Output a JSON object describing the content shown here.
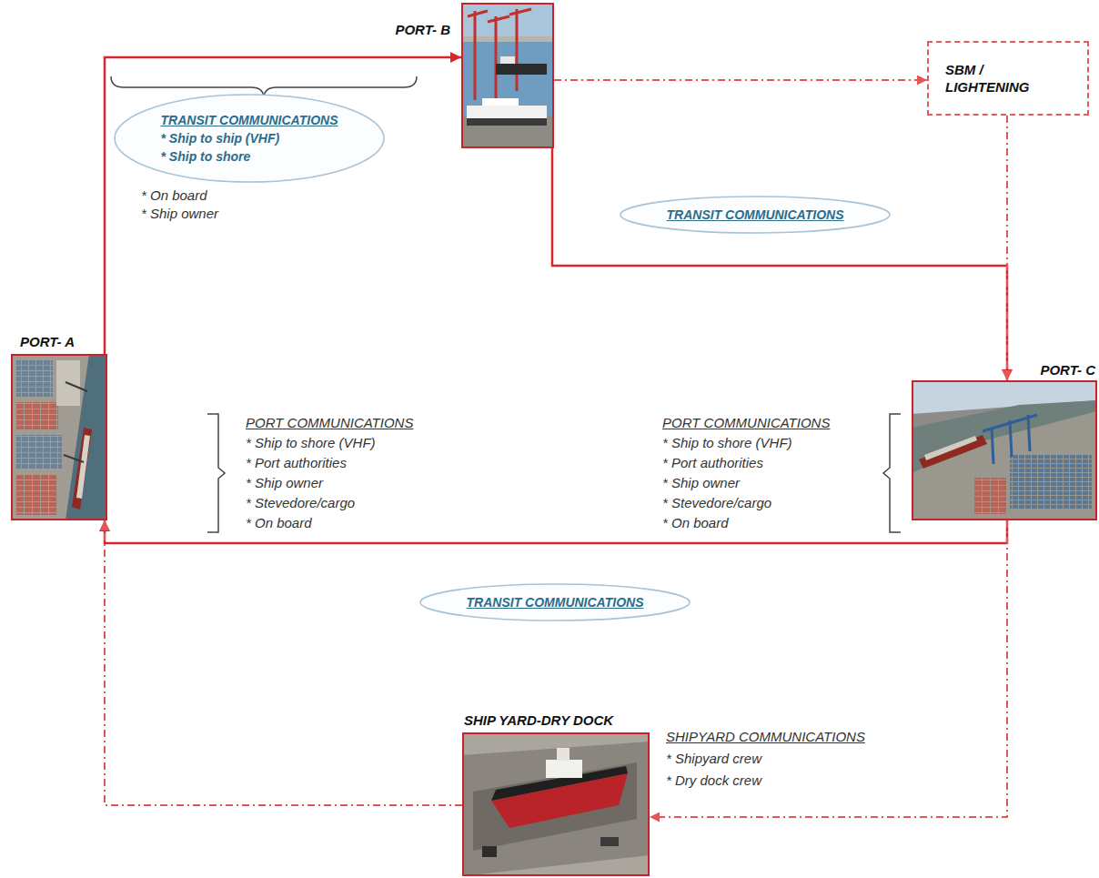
{
  "diagram": {
    "nodes": [
      {
        "text": [
          "PORT- B"
        ]
      },
      {
        "text": [
          "SBM / LIGHTENING"
        ]
      },
      {
        "text": [
          "TRANSIT COMMUNICATIONS",
          "* Ship to ship (VHF)",
          "* Ship to shore"
        ]
      },
      {
        "text": [
          "TRANSIT COMMUNICATIONS"
        ]
      },
      {
        "text": [
          "PORT- A"
        ]
      },
      {
        "text": [
          "PORT- C"
        ]
      },
      {
        "text": [
          "TRANSIT COMMUNICATIONS"
        ]
      },
      {
        "text": [
          "SHIP YARD-DRY DOCK"
        ]
      }
    ],
    "edges": [
      {
        "from": 4,
        "to": 0,
        "arrow": "to"
      },
      {
        "from": 0,
        "to": 1,
        "arrow": "to"
      },
      {
        "from": 0,
        "to": 5,
        "arrow": "to"
      },
      {
        "from": 1,
        "to": 5,
        "arrow": "to"
      },
      {
        "from": 5,
        "to": 4,
        "arrow": "to"
      },
      {
        "from": 5,
        "to": 7,
        "arrow": "to"
      },
      {
        "from": 7,
        "to": 4,
        "arrow": "to"
      }
    ],
    "labels": [
      "* On board",
      "* Ship owner",
      "PORT COMMUNICATIONS",
      "* Ship to shore (VHF)",
      "* Port authorities",
      "* Ship owner",
      "* Stevedore/cargo",
      "* On board",
      "PORT COMMUNICATIONS",
      "* Ship to shore (VHF)",
      "* Port authorities",
      "* Ship owner",
      "* Stevedore/cargo",
      "* On board",
      "SHIPYARD COMMUNICATIONS",
      "* Shipyard crew",
      "* Dry dock crew"
    ]
  }
}
